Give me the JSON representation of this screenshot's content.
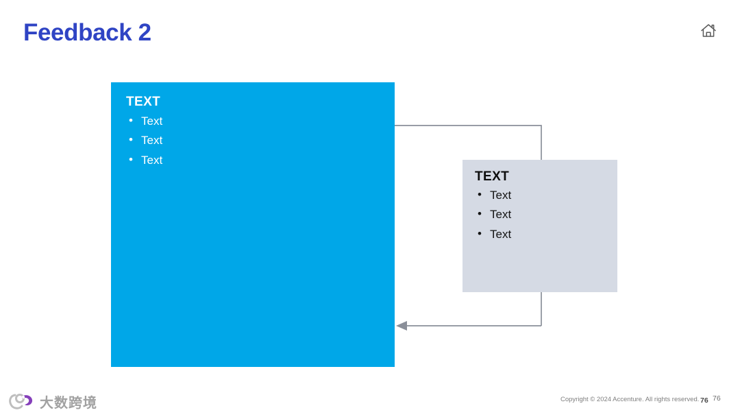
{
  "slide": {
    "title": "Feedback 2",
    "title_color": "#2f44c4"
  },
  "header": {
    "home_icon": "home-icon"
  },
  "cards": {
    "primary": {
      "heading": "TEXT",
      "bullets": [
        "Text",
        "Text",
        "Text"
      ],
      "bg_color": "#00a7e8",
      "text_color": "#ffffff"
    },
    "secondary": {
      "heading": "TEXT",
      "bullets": [
        "Text",
        "Text",
        "Text"
      ],
      "bg_color": "#d5dae4",
      "text_color": "#141414"
    }
  },
  "connectors": {
    "line_color": "#8a8f99",
    "forward_label": "",
    "return_label": ""
  },
  "footer": {
    "copyright": "Copyright © 2024 Accenture. All rights reserved.",
    "page_number": "76",
    "page_number_alt": "76"
  },
  "watermark": {
    "text": "大数跨境",
    "mark_color": "#7b2fb5"
  }
}
